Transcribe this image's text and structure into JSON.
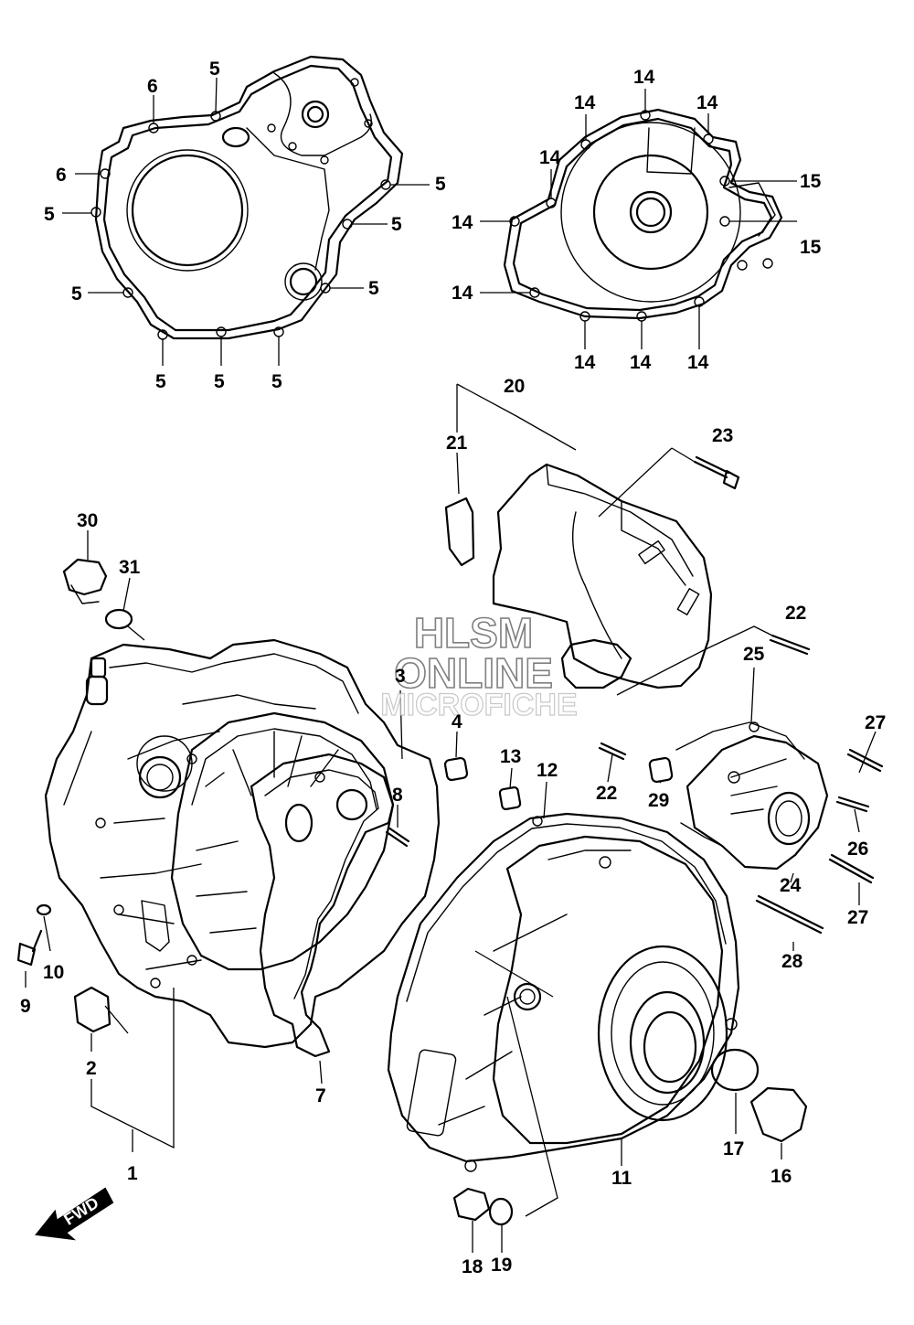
{
  "watermark": {
    "line1": "HLSM",
    "line2": "ONLINE",
    "line3": "MICROFICHE"
  },
  "direction_badge": "FWD",
  "callouts": [
    {
      "id": "c1",
      "label": "5"
    },
    {
      "id": "c2",
      "label": "6"
    },
    {
      "id": "c3",
      "label": "6"
    },
    {
      "id": "c4",
      "label": "5"
    },
    {
      "id": "c5",
      "label": "5"
    },
    {
      "id": "c6",
      "label": "5"
    },
    {
      "id": "c7",
      "label": "5"
    },
    {
      "id": "c8",
      "label": "5"
    },
    {
      "id": "c9",
      "label": "5"
    },
    {
      "id": "c10",
      "label": "5"
    },
    {
      "id": "c11",
      "label": "5"
    },
    {
      "id": "c12",
      "label": "5"
    },
    {
      "id": "c13",
      "label": "14"
    },
    {
      "id": "c14",
      "label": "14"
    },
    {
      "id": "c15",
      "label": "14"
    },
    {
      "id": "c16",
      "label": "14"
    },
    {
      "id": "c17",
      "label": "15"
    },
    {
      "id": "c18",
      "label": "15"
    },
    {
      "id": "c19",
      "label": "14"
    },
    {
      "id": "c20",
      "label": "14"
    },
    {
      "id": "c21",
      "label": "14"
    },
    {
      "id": "c22",
      "label": "14"
    },
    {
      "id": "c23",
      "label": "14"
    },
    {
      "id": "c24",
      "label": "20"
    },
    {
      "id": "c25",
      "label": "21"
    },
    {
      "id": "c26",
      "label": "23"
    },
    {
      "id": "c27",
      "label": "30"
    },
    {
      "id": "c28",
      "label": "31"
    },
    {
      "id": "c29",
      "label": "22"
    },
    {
      "id": "c30",
      "label": "25"
    },
    {
      "id": "c31",
      "label": "3"
    },
    {
      "id": "c32",
      "label": "4"
    },
    {
      "id": "c33",
      "label": "27"
    },
    {
      "id": "c34",
      "label": "13"
    },
    {
      "id": "c35",
      "label": "12"
    },
    {
      "id": "c36",
      "label": "22"
    },
    {
      "id": "c37",
      "label": "29"
    },
    {
      "id": "c38",
      "label": "8"
    },
    {
      "id": "c39",
      "label": "26"
    },
    {
      "id": "c40",
      "label": "24"
    },
    {
      "id": "c41",
      "label": "27"
    },
    {
      "id": "c42",
      "label": "10"
    },
    {
      "id": "c43",
      "label": "28"
    },
    {
      "id": "c44",
      "label": "9"
    },
    {
      "id": "c45",
      "label": "2"
    },
    {
      "id": "c46",
      "label": "7"
    },
    {
      "id": "c47",
      "label": "17"
    },
    {
      "id": "c48",
      "label": "1"
    },
    {
      "id": "c49",
      "label": "11"
    },
    {
      "id": "c50",
      "label": "16"
    },
    {
      "id": "c51",
      "label": "18"
    },
    {
      "id": "c52",
      "label": "19"
    }
  ]
}
